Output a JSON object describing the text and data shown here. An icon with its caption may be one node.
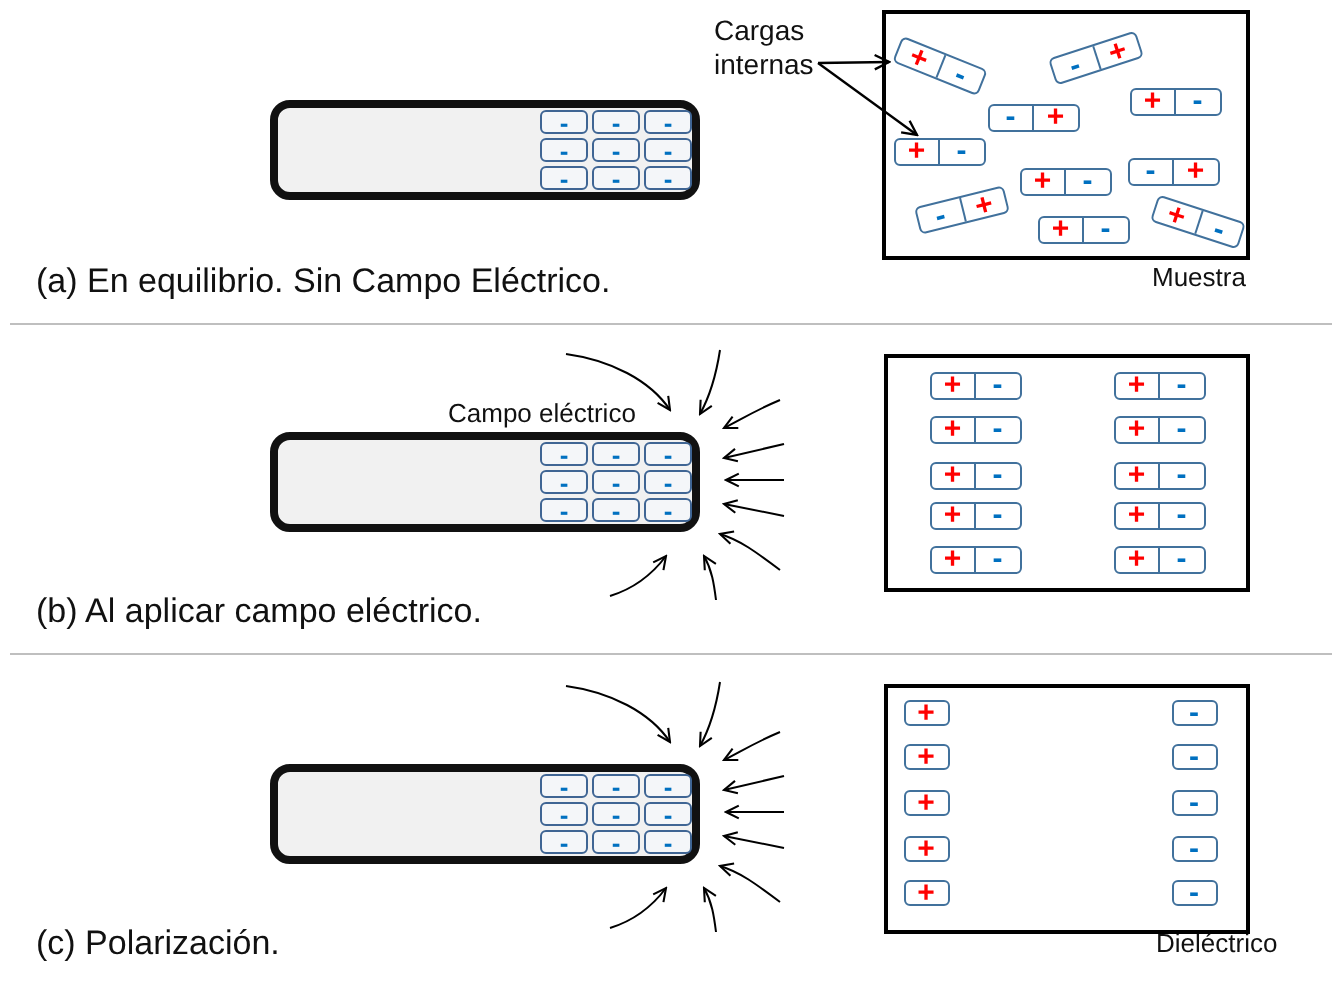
{
  "diagram": {
    "nodes": [
      {
        "text": [],
        "shape": "bar"
      },
      {
        "text": [
          "-"
        ],
        "in": 0
      },
      {
        "text": [
          "-"
        ],
        "in": 0
      },
      {
        "text": [
          "-"
        ],
        "in": 0
      },
      {
        "text": [
          "-"
        ],
        "in": 0
      },
      {
        "text": [
          "-"
        ],
        "in": 0
      },
      {
        "text": [
          "-"
        ],
        "in": 0
      },
      {
        "text": [
          "-"
        ],
        "in": 0
      },
      {
        "text": [
          "-"
        ],
        "in": 0
      },
      {
        "text": [
          "-"
        ],
        "in": 0
      },
      {
        "text": [],
        "shape": "box",
        "beside": [
          "Muestra"
        ]
      },
      {
        "text": [
          "+",
          "-"
        ],
        "in": 10
      },
      {
        "text": [
          "-",
          "+"
        ],
        "in": 10
      },
      {
        "text": [
          "+",
          "-"
        ],
        "in": 10
      },
      {
        "text": [
          "-",
          "+"
        ],
        "in": 10
      },
      {
        "text": [
          "+",
          "-"
        ],
        "in": 10
      },
      {
        "text": [
          "+",
          "-"
        ],
        "in": 10
      },
      {
        "text": [
          "-",
          "+"
        ],
        "in": 10
      },
      {
        "text": [
          "-",
          "+"
        ],
        "in": 10
      },
      {
        "text": [
          "+",
          "-"
        ],
        "in": 10
      },
      {
        "text": [
          "+",
          "-"
        ],
        "in": 10
      },
      {
        "text": [
          "Cargas internas"
        ]
      },
      {
        "text": [],
        "shape": "bar"
      },
      {
        "text": [
          "-"
        ],
        "in": 22
      },
      {
        "text": [
          "-"
        ],
        "in": 22
      },
      {
        "text": [
          "-"
        ],
        "in": 22
      },
      {
        "text": [
          "-"
        ],
        "in": 22
      },
      {
        "text": [
          "-"
        ],
        "in": 22
      },
      {
        "text": [
          "-"
        ],
        "in": 22
      },
      {
        "text": [
          "-"
        ],
        "in": 22
      },
      {
        "text": [
          "-"
        ],
        "in": 22
      },
      {
        "text": [
          "-"
        ],
        "in": 22
      },
      {
        "text": [],
        "shape": "box"
      },
      {
        "text": [
          "+",
          "-"
        ],
        "in": 32
      },
      {
        "text": [
          "+",
          "-"
        ],
        "in": 32
      },
      {
        "text": [
          "+",
          "-"
        ],
        "in": 32
      },
      {
        "text": [
          "+",
          "-"
        ],
        "in": 32
      },
      {
        "text": [
          "+",
          "-"
        ],
        "in": 32
      },
      {
        "text": [
          "+",
          "-"
        ],
        "in": 32
      },
      {
        "text": [
          "+",
          "-"
        ],
        "in": 32
      },
      {
        "text": [
          "+",
          "-"
        ],
        "in": 32
      },
      {
        "text": [
          "+",
          "-"
        ],
        "in": 32
      },
      {
        "text": [
          "+",
          "-"
        ],
        "in": 32
      },
      {
        "text": [],
        "shape": "bar"
      },
      {
        "text": [
          "-"
        ],
        "in": 43
      },
      {
        "text": [
          "-"
        ],
        "in": 43
      },
      {
        "text": [
          "-"
        ],
        "in": 43
      },
      {
        "text": [
          "-"
        ],
        "in": 43
      },
      {
        "text": [
          "-"
        ],
        "in": 43
      },
      {
        "text": [
          "-"
        ],
        "in": 43
      },
      {
        "text": [
          "-"
        ],
        "in": 43
      },
      {
        "text": [
          "-"
        ],
        "in": 43
      },
      {
        "text": [
          "-"
        ],
        "in": 43
      },
      {
        "text": [],
        "shape": "box",
        "beside": [
          "Dieléctrico"
        ]
      },
      {
        "text": [
          "+"
        ],
        "in": 53
      },
      {
        "text": [
          "-"
        ],
        "in": 53
      },
      {
        "text": [
          "+"
        ],
        "in": 53
      },
      {
        "text": [
          "-"
        ],
        "in": 53
      },
      {
        "text": [
          "+"
        ],
        "in": 53
      },
      {
        "text": [
          "-"
        ],
        "in": 53
      },
      {
        "text": [
          "+"
        ],
        "in": 53
      },
      {
        "text": [
          "-"
        ],
        "in": 53
      },
      {
        "text": [
          "+"
        ],
        "in": 53
      },
      {
        "text": [
          "-"
        ],
        "in": 53
      }
    ],
    "edges": [
      {
        "from": 21,
        "to": 11,
        "arrow": "to"
      },
      {
        "from": 21,
        "to": 15,
        "arrow": "to"
      }
    ],
    "labels": [
      "(a) En equilibrio. Sin Campo Eléctrico.",
      "Campo eléctrico",
      "(b) Al aplicar campo eléctrico.",
      "(c) Polarización."
    ]
  }
}
